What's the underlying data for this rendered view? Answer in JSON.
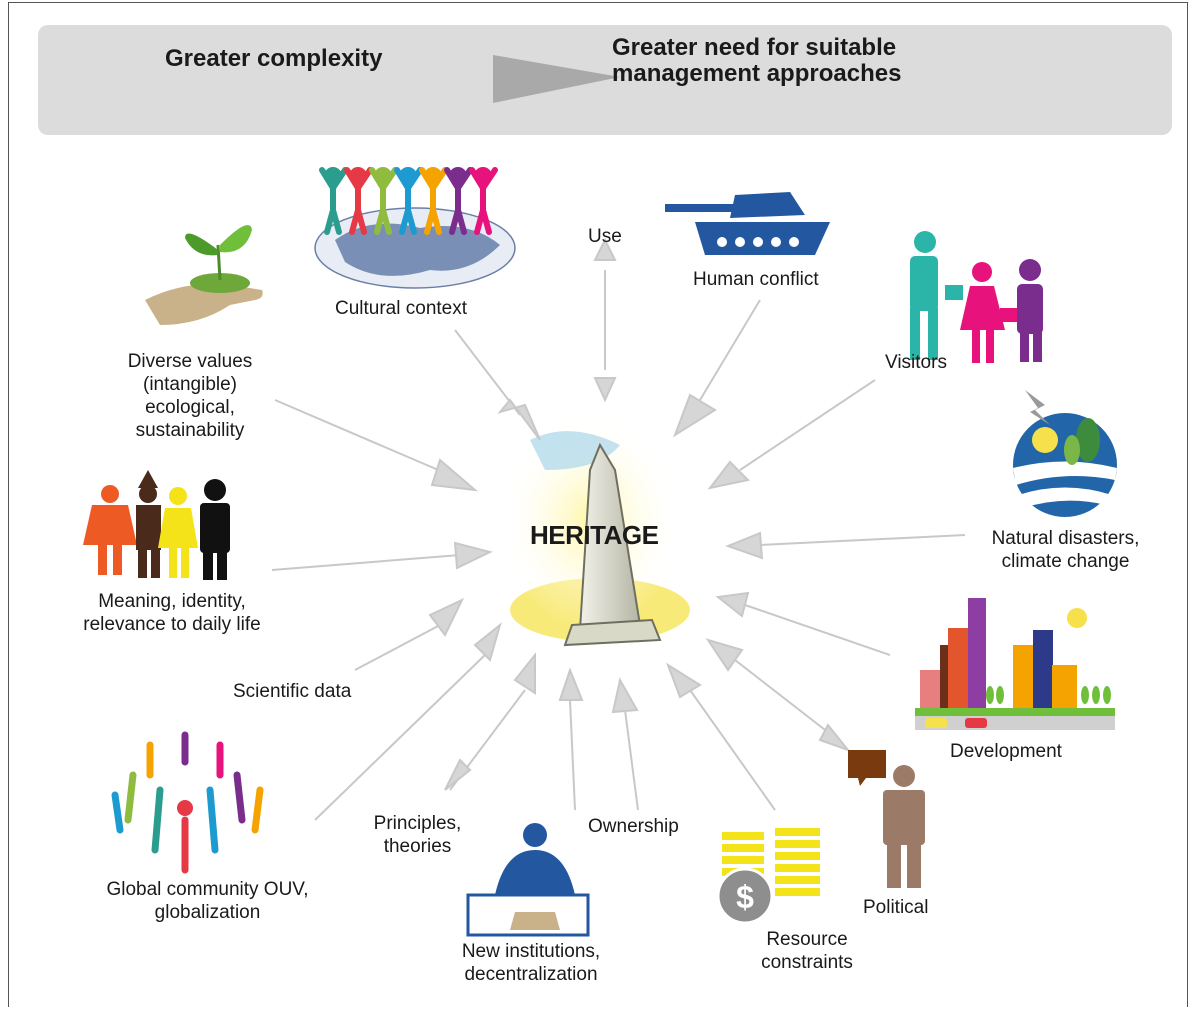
{
  "banner": {
    "left_text": "Greater complexity",
    "right_text": "Greater need for suitable management approaches"
  },
  "center": {
    "label": "HERITAGE"
  },
  "factors": {
    "cultural_context": "Cultural context",
    "use": "Use",
    "human_conflict": "Human conflict",
    "visitors": "Visitors",
    "diverse_values": "Diverse values (intangible) ecological, sustainability",
    "natural_disasters": "Natural disasters, climate change",
    "meaning_identity": "Meaning, identity, relevance to daily life",
    "development": "Development",
    "scientific_data": "Scientific data",
    "political": "Political",
    "principles_theories": "Principles, theories",
    "ownership": "Ownership",
    "global_community": "Global community OUV, globalization",
    "new_institutions": "New institutions, decentralization",
    "resource_constraints": "Resource constraints"
  },
  "colors": {
    "banner_bg": "#dcdcdc",
    "arrow": "#d3d3d3",
    "connector": "#c8c8c8",
    "people": [
      "#2a9d8f",
      "#e63946",
      "#8fbc3f",
      "#1d9bd1",
      "#f4a300",
      "#7b2d8e",
      "#e8127c"
    ]
  }
}
